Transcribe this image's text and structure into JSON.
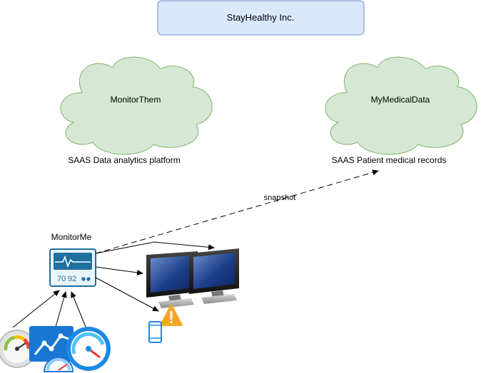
{
  "company": {
    "label": "StayHealthy Inc."
  },
  "clouds": {
    "monitor_them": {
      "label": "MonitorThem",
      "caption": "SAAS Data analytics platform"
    },
    "my_medical_data": {
      "label": "MyMedicalData",
      "caption": "SAAS Patient medical records"
    }
  },
  "device": {
    "label": "MonitorMe",
    "reading_1": "70",
    "reading_2": "92"
  },
  "edges": {
    "snapshot_label": "snapshot"
  },
  "colors": {
    "company_fill": "#dae8fc",
    "company_stroke": "#6c8ebf",
    "cloud_fill": "#d5e8d4",
    "cloud_stroke": "#82b366",
    "device_blue": "#1f6f9f",
    "warning_orange": "#f5a623",
    "phone_blue": "#1e88e5"
  },
  "icons": [
    "monitor-icon",
    "warning-icon",
    "mobile-phone-icon",
    "gauge-icon",
    "line-chart-icon",
    "heart-rate-monitor-icon"
  ]
}
